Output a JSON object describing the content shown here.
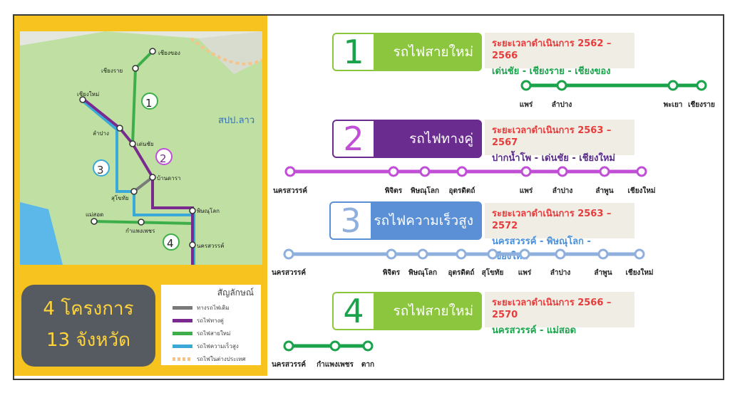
{
  "map": {
    "country_label": "สปป.ลาว",
    "route_numbers": [
      "1",
      "2",
      "3",
      "4"
    ],
    "labels": [
      "เชียงของ",
      "เชียงราย",
      "เชียงใหม่",
      "ลำปาง",
      "เด่นชัย",
      "บ้านดารา",
      "สุโขทัย",
      "แม่สอด",
      "กำแพงเพชร",
      "พิษณุโลก",
      "นครสวรรค์"
    ]
  },
  "summary": {
    "line1": "4 โครงการ",
    "line2": "13 จังหวัด"
  },
  "legend": {
    "title": "สัญลักษณ์",
    "items": [
      {
        "label": "ทางรถไฟเดิม",
        "color": "#7a7a7a"
      },
      {
        "label": "รถไฟทางคู่",
        "color": "#7a2a8f"
      },
      {
        "label": "รถไฟสายใหม่",
        "color": "#3dae4a"
      },
      {
        "label": "รถไฟความเร็วสูง",
        "color": "#3aa9d8"
      },
      {
        "label": "รถไฟในต่างประเทศ",
        "color": "#f5c48a"
      }
    ]
  },
  "projects": [
    {
      "number": "1",
      "name": "รถไฟสายใหม่",
      "period": "ระยะเวลาดำเนินการ 2562 – 2566",
      "route": "เด่นชัย - เชียงราย - เชียงของ",
      "color": "#8cc63f",
      "line_color": "#1aa34a",
      "route_color": "#1aa34a",
      "stations": [
        "แพร่",
        "ลำปาง",
        "พะเยา",
        "เชียงราย"
      ]
    },
    {
      "number": "2",
      "name": "รถไฟทางคู่",
      "period": "ระยะเวลาดำเนินการ 2563 – 2567",
      "route": "ปากน้ำโพ - เด่นชัย - เชียงใหม่",
      "color": "#6a2c8f",
      "line_color": "#c04fd6",
      "route_color": "#5a2a8a",
      "stations": [
        "นครสวรรค์",
        "พิจิตร",
        "พิษณุโลก",
        "อุตรดิตถ์",
        "แพร่",
        "ลำปาง",
        "ลำพูน",
        "เชียงใหม่"
      ]
    },
    {
      "number": "3",
      "name": "รถไฟความเร็วสูง",
      "period": "ระยะเวลาดำเนินการ 2563 – 2572",
      "route": "นครสวรรค์ - พิษณุโลก - เชียงใหม่",
      "color": "#5b8fd6",
      "line_color": "#8fb0dc",
      "route_color": "#4a90d9",
      "stations": [
        "นครสวรรค์",
        "พิจิตร",
        "พิษณุโลก",
        "อุตรดิตถ์",
        "สุโขทัย",
        "แพร่",
        "ลำปาง",
        "ลำพูน",
        "เชียงใหม่"
      ]
    },
    {
      "number": "4",
      "name": "รถไฟสายใหม่",
      "period": "ระยะเวลาดำเนินการ 2566 – 2570",
      "route": "นครสวรรค์ - แม่สอด",
      "color": "#8cc63f",
      "line_color": "#1aa34a",
      "route_color": "#1aa34a",
      "stations": [
        "นครสวรรค์",
        "กำแพงเพชร",
        "ตาก"
      ]
    }
  ]
}
